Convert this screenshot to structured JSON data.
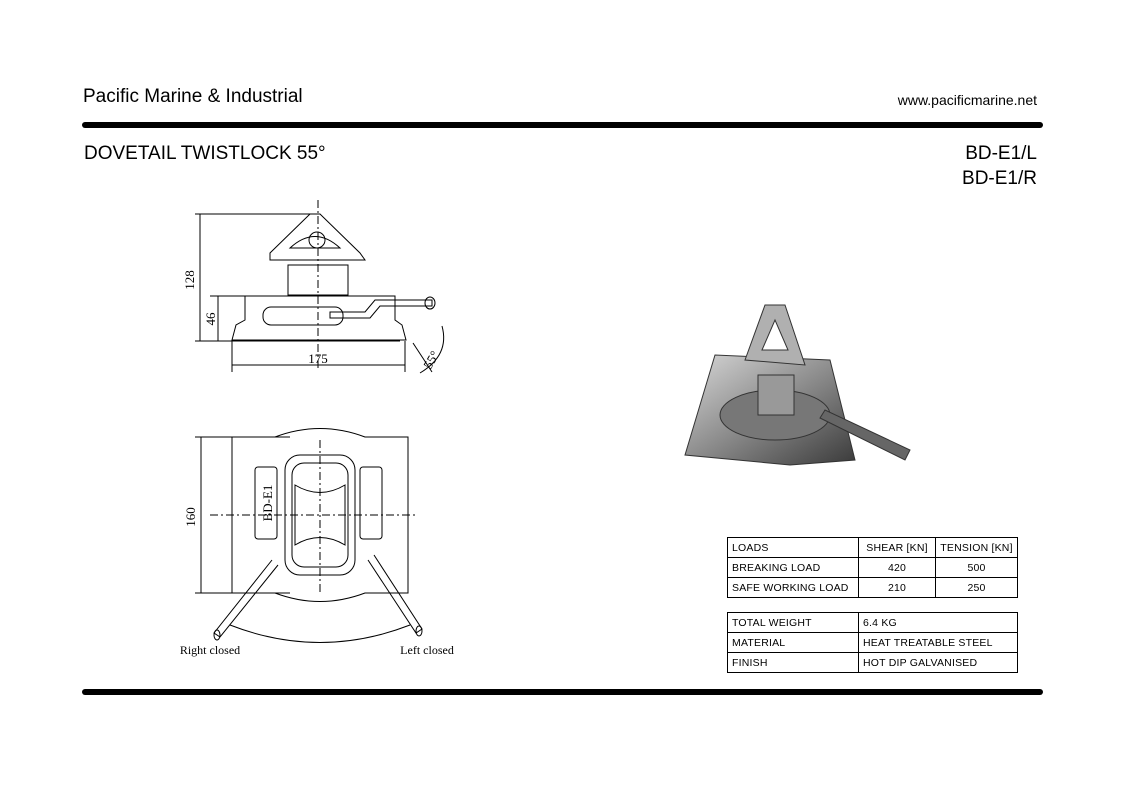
{
  "header": {
    "company": "Pacific Marine & Industrial",
    "website": "www.pacificmarine.net"
  },
  "product": {
    "title": "DOVETAIL TWISTLOCK 55°",
    "codes": [
      "BD-E1/L",
      "BD-E1/R"
    ]
  },
  "drawing": {
    "side_view": {
      "height_total": "128",
      "height_base": "46",
      "width": "175",
      "angle": "55°"
    },
    "top_view": {
      "height": "160",
      "marking": "BD-E1",
      "label_right_closed": "Right closed",
      "label_left_closed": "Left closed"
    }
  },
  "loads_table": {
    "headers": [
      "LOADS",
      "SHEAR [KN]",
      "TENSION [KN]"
    ],
    "rows": [
      [
        "BREAKING LOAD",
        "420",
        "500"
      ],
      [
        "SAFE WORKING LOAD",
        "210",
        "250"
      ]
    ]
  },
  "specs_table": {
    "rows": [
      [
        "TOTAL WEIGHT",
        "6.4 KG"
      ],
      [
        "MATERIAL",
        "HEAT TREATABLE STEEL"
      ],
      [
        "FINISH",
        "HOT DIP GALVANISED"
      ]
    ]
  }
}
